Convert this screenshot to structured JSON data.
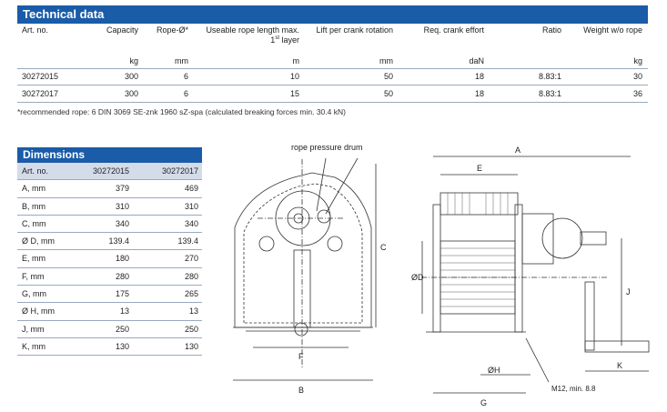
{
  "technical": {
    "title": "Technical data",
    "headers": {
      "art": "Art. no.",
      "capacity": "Capacity",
      "rope": "Rope-Ø*",
      "length_line1": "Useable rope length max.",
      "length_line2_num": "1",
      "length_line2_sup": "st",
      "length_line2_rest": " layer",
      "lift": "Lift per crank rotation",
      "crank": "Req. crank effort",
      "ratio": "Ratio",
      "weight": "Weight w/o rope"
    },
    "units": {
      "capacity": "kg",
      "rope": "mm",
      "length": "m",
      "lift": "mm",
      "crank": "daN",
      "weight": "kg"
    },
    "rows": [
      {
        "art": "30272015",
        "capacity": "300",
        "rope": "6",
        "length": "10",
        "lift": "50",
        "crank": "18",
        "ratio": "8.83:1",
        "weight": "30"
      },
      {
        "art": "30272017",
        "capacity": "300",
        "rope": "6",
        "length": "15",
        "lift": "50",
        "crank": "18",
        "ratio": "8.83:1",
        "weight": "36"
      }
    ],
    "note": "*recommended rope: 6 DIN 3069 SE-znk 1960 sZ-spa (calculated breaking forces min. 30.4 kN)"
  },
  "dimensions": {
    "title": "Dimensions",
    "headers": {
      "name": "Art. no.",
      "v1": "30272015",
      "v2": "30272017"
    },
    "rows": [
      {
        "name": "A, mm",
        "v1": "379",
        "v2": "469"
      },
      {
        "name": "B, mm",
        "v1": "310",
        "v2": "310"
      },
      {
        "name": "C, mm",
        "v1": "340",
        "v2": "340"
      },
      {
        "name": "Ø D, mm",
        "v1": "139.4",
        "v2": "139.4"
      },
      {
        "name": "E, mm",
        "v1": "180",
        "v2": "270"
      },
      {
        "name": "F, mm",
        "v1": "280",
        "v2": "280"
      },
      {
        "name": "G, mm",
        "v1": "175",
        "v2": "265"
      },
      {
        "name": "Ø H, mm",
        "v1": "13",
        "v2": "13"
      },
      {
        "name": "J, mm",
        "v1": "250",
        "v2": "250"
      },
      {
        "name": "K, mm",
        "v1": "130",
        "v2": "130"
      }
    ]
  },
  "drawing": {
    "rope_pressure_drum": "rope pressure drum",
    "label_a": "A",
    "label_b": "B",
    "label_c": "C",
    "label_d": "ØD",
    "label_e": "E",
    "label_f": "F",
    "label_g": "G",
    "label_h": "ØH",
    "label_j": "J",
    "label_k": "K",
    "bolt_note": "M12, min. 8.8"
  }
}
